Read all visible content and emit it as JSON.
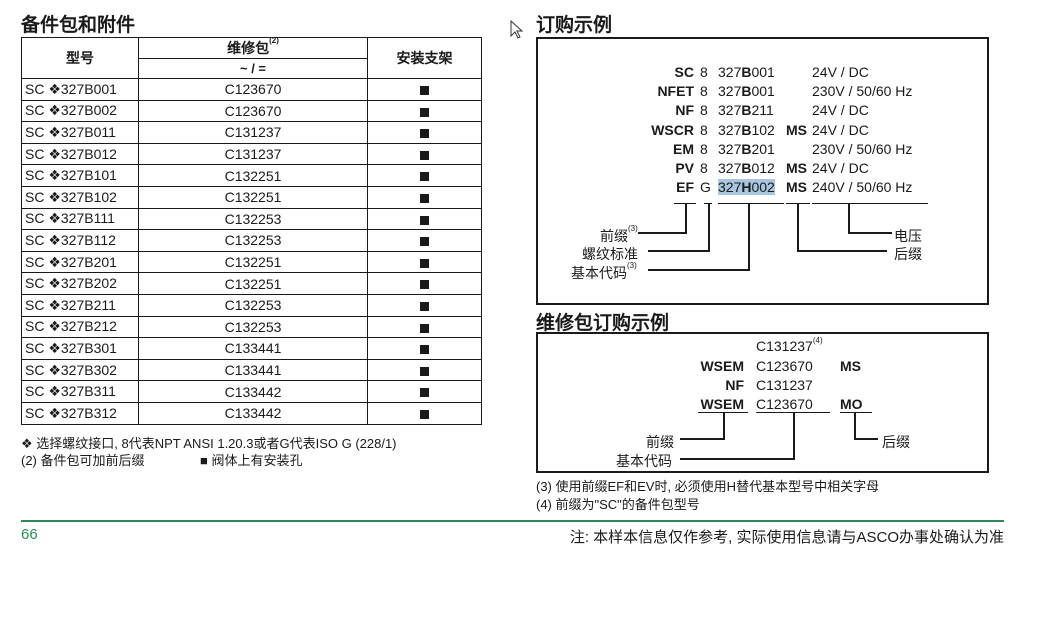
{
  "spare": {
    "title": "备件包和附件",
    "col_model": "型号",
    "col_kit": "维修包",
    "col_kit_sup": "(2)",
    "col_kit_sub": "~ / =",
    "col_bracket": "安装支架",
    "rows": [
      {
        "model": "SC ❖327B001",
        "kit": "C123670"
      },
      {
        "model": "SC ❖327B002",
        "kit": "C123670"
      },
      {
        "model": "SC ❖327B011",
        "kit": "C131237"
      },
      {
        "model": "SC ❖327B012",
        "kit": "C131237"
      },
      {
        "model": "SC ❖327B101",
        "kit": "C132251"
      },
      {
        "model": "SC ❖327B102",
        "kit": "C132251"
      },
      {
        "model": "SC ❖327B111",
        "kit": "C132253"
      },
      {
        "model": "SC ❖327B112",
        "kit": "C132253"
      },
      {
        "model": "SC ❖327B201",
        "kit": "C132251"
      },
      {
        "model": "SC ❖327B202",
        "kit": "C132251"
      },
      {
        "model": "SC ❖327B211",
        "kit": "C132253"
      },
      {
        "model": "SC ❖327B212",
        "kit": "C132253"
      },
      {
        "model": "SC ❖327B301",
        "kit": "C133441"
      },
      {
        "model": "SC ❖327B302",
        "kit": "C133441"
      },
      {
        "model": "SC ❖327B311",
        "kit": "C133442"
      },
      {
        "model": "SC ❖327B312",
        "kit": "C133442"
      }
    ],
    "note1": "❖ 选择螺纹接口, 8代表NPT ANSI 1.20.3或者G代表ISO G (228/1)",
    "note2": "(2) 备件包可加前后缀",
    "note3": "■ 阀体上有安装孔"
  },
  "order": {
    "title": "订购示例",
    "rows": [
      {
        "prefix": "SC",
        "thread": "8",
        "base_a": "327",
        "base_b": "B",
        "base_c": "001",
        "suffix": "",
        "voltage": "24V / DC"
      },
      {
        "prefix": "NFET",
        "thread": "8",
        "base_a": "327",
        "base_b": "B",
        "base_c": "001",
        "suffix": "",
        "voltage": "230V / 50/60 Hz"
      },
      {
        "prefix": "NF",
        "thread": "8",
        "base_a": "327",
        "base_b": "B",
        "base_c": "211",
        "suffix": "",
        "voltage": "24V / DC"
      },
      {
        "prefix": "WSCR",
        "thread": "8",
        "base_a": "327",
        "base_b": "B",
        "base_c": "102",
        "suffix": "MS",
        "voltage": "24V / DC"
      },
      {
        "prefix": "EM",
        "thread": "8",
        "base_a": "327",
        "base_b": "B",
        "base_c": "201",
        "suffix": "",
        "voltage": "230V / 50/60 Hz"
      },
      {
        "prefix": "PV",
        "thread": "8",
        "base_a": "327",
        "base_b": "B",
        "base_c": "012",
        "suffix": "MS",
        "voltage": "24V / DC"
      },
      {
        "prefix": "EF",
        "thread": "G",
        "base_a": "327",
        "base_b": "H",
        "base_c": "002",
        "suffix": "MS",
        "voltage": "240V / 50/60 Hz"
      }
    ],
    "label_prefix": "前缀",
    "label_prefix_sup": "(3)",
    "label_thread": "螺纹标准",
    "label_base": "基本代码",
    "label_base_sup": "(3)",
    "label_voltage": "电压",
    "label_suffix": "后缀"
  },
  "kit_order": {
    "title": "维修包订购示例",
    "top_code": "C131237",
    "top_sup": "(4)",
    "rows": [
      {
        "prefix": "WSEM",
        "code": "C123670",
        "suffix": "MS"
      },
      {
        "prefix": "NF",
        "code": "C131237",
        "suffix": ""
      },
      {
        "prefix": "WSEM",
        "code": "C123670",
        "suffix": "MO"
      }
    ],
    "label_prefix": "前缀",
    "label_base": "基本代码",
    "label_suffix": "后缀"
  },
  "notes": {
    "n3": "(3) 使用前缀EF和EV时, 必须使用H替代基本型号中相关字母",
    "n4": "(4) 前缀为\"SC\"的备件包型号"
  },
  "footer": {
    "page": "66",
    "disclaimer": "注: 本样本信息仅作参考, 实际使用信息请与ASCO办事处确认为准"
  },
  "colors": {
    "accent": "#2e8b57",
    "highlight": "#a9c6e0"
  },
  "icons": {
    "cursor": "mouse-pointer-icon",
    "bracket_mark": "filled-square"
  }
}
